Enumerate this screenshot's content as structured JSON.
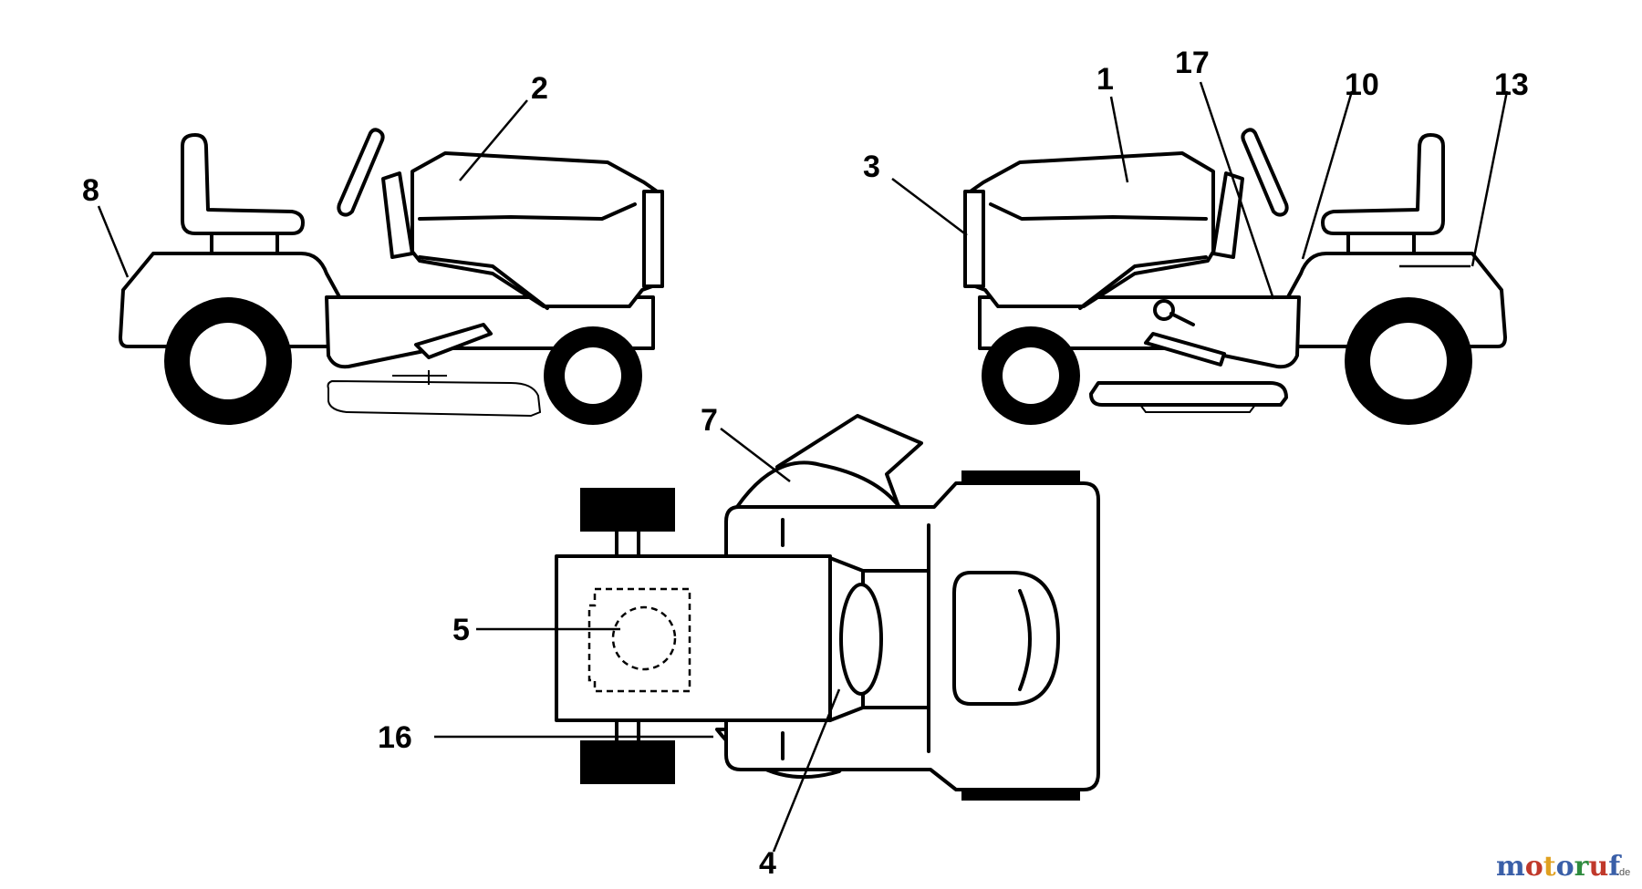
{
  "callouts": [
    {
      "id": "8",
      "label": "8"
    },
    {
      "id": "2",
      "label": "2"
    },
    {
      "id": "3",
      "label": "3"
    },
    {
      "id": "1",
      "label": "1"
    },
    {
      "id": "17",
      "label": "17"
    },
    {
      "id": "10",
      "label": "10"
    },
    {
      "id": "13",
      "label": "13"
    },
    {
      "id": "7",
      "label": "7"
    },
    {
      "id": "5",
      "label": "5"
    },
    {
      "id": "16",
      "label": "16"
    },
    {
      "id": "4",
      "label": "4"
    }
  ],
  "watermark": {
    "letters": [
      "m",
      "o",
      "t",
      "o",
      "r",
      "u",
      "f"
    ],
    "letter_colors": [
      "#3a5fa8",
      "#c0392b",
      "#e0a020",
      "#3a5fa8",
      "#2e8b3e",
      "#c0392b",
      "#3a5fa8"
    ],
    "suffix": ".de"
  }
}
